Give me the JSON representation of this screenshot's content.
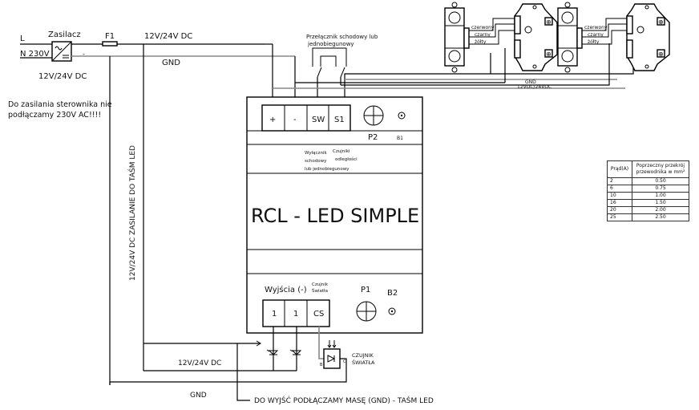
{
  "power": {
    "L_label": "L",
    "N_label": "N  230V",
    "psu_label": "Zasilacz",
    "psu_output": "12V/24V DC",
    "fuse_label": "F1",
    "dc_line_label": "12V/24V DC",
    "gnd_label": "GND",
    "minus_mark": "-",
    "warning_line1": "Do zasilania sterownika nie",
    "warning_line2": "podłączamy 230V AC!!!!"
  },
  "switch": {
    "label_line1": "Przełącznik schodowy lub",
    "label_line2": "jednobiegunowy"
  },
  "sensors": {
    "wire_colors": [
      "czerwony",
      "czarny",
      "żółty"
    ],
    "bus_gnd": "GND",
    "bus_dc": "12VDC/24VDC"
  },
  "controller": {
    "title": "RCL - LED SIMPLE",
    "top_terminals": [
      "+",
      "-",
      "SW",
      "S1"
    ],
    "pot_top": "P2",
    "btn_top": "B1",
    "input_desc_switch": [
      "Wyłącznik",
      "schodowy",
      "lub jednobiegunowy"
    ],
    "input_desc_sensor": [
      "Czujniki",
      "odległości"
    ],
    "outputs_label": "Wyjścia (-)",
    "light_sensor_label": [
      "Czujnik",
      "Światła"
    ],
    "bottom_terminals": [
      "1",
      "1",
      "CS"
    ],
    "pot_bottom": "P1",
    "btn_bottom": "B2"
  },
  "left_vertical_label": "12V/24V DC ZASILANIE DO TAŚM LED",
  "bottom": {
    "dc_label": "12V/24V DC",
    "gnd_label": "GND",
    "light_sensor_line1": "CZUJNIK",
    "light_sensor_line2": "ŚWIATŁA",
    "pin_left": "B",
    "pin_right": "C",
    "note": "DO WYJŚĆ PODŁĄCZAMY MASĘ (GND) - TAŚM LED"
  },
  "wire_table": {
    "header_current": "Prąd(A)",
    "header_section_line1": "Poprzeczny przekrój",
    "header_section_line2": "przewodnika w mm²",
    "rows": [
      {
        "current": "2",
        "section": "0.50"
      },
      {
        "current": "6",
        "section": "0.75"
      },
      {
        "current": "10",
        "section": "1.00"
      },
      {
        "current": "16",
        "section": "1.50"
      },
      {
        "current": "20",
        "section": "2.00"
      },
      {
        "current": "25",
        "section": "2.50"
      }
    ]
  }
}
